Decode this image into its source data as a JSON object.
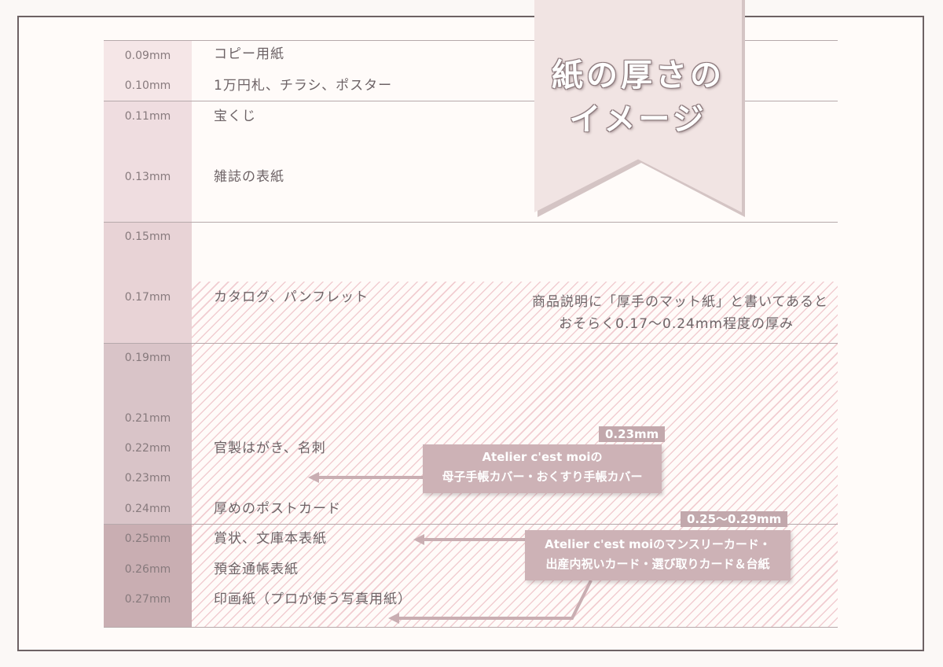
{
  "title_lines": [
    "紙の厚さの",
    "イメージ"
  ],
  "thickness_labels": [
    "0.09mm",
    "0.10mm",
    "0.11mm",
    "0.13mm",
    "0.15mm",
    "0.17mm",
    "0.19mm",
    "0.21mm",
    "0.22mm",
    "0.23mm",
    "0.24mm",
    "0.25mm",
    "0.26mm",
    "0.27mm"
  ],
  "items": {
    "copy_paper": "コピー用紙",
    "banknote": "1万円札、チラシ、ポスター",
    "lottery": "宝くじ",
    "magazine_cover": "雑誌の表紙",
    "catalog": "カタログ、パンフレット",
    "postcard": "官製はがき、名刺",
    "thick_postcard": "厚めのポストカード",
    "certificate": "賞状、文庫本表紙",
    "passbook": "預金通帳表紙",
    "photo_paper": "印画紙（プロが使う写真用紙）"
  },
  "note": {
    "line1": "商品説明に「厚手のマット紙」と書いてあると",
    "line2": "おそらく0.17〜0.24mm程度の厚み"
  },
  "callout_a": {
    "tag": "0.23mm",
    "line1": "Atelier c'est moiの",
    "line2": "母子手帳カバー・おくすり手帳カバー"
  },
  "callout_b": {
    "tag": "0.25〜0.29mm",
    "line1": "Atelier c'est moiのマンスリーカード・",
    "line2": "出産内祝いカード・選び取りカード＆台紙"
  },
  "colors": {
    "band_1": "#f5e6e7",
    "band_2": "#efdde0",
    "band_3": "#e8d3d6",
    "band_4": "#d9c4c8",
    "band_5": "#c9aeb2",
    "badge": "#cdb2b6",
    "arrow": "#c9aeb2",
    "hatch": "#f1cdd1",
    "frame": "#6d6264"
  }
}
